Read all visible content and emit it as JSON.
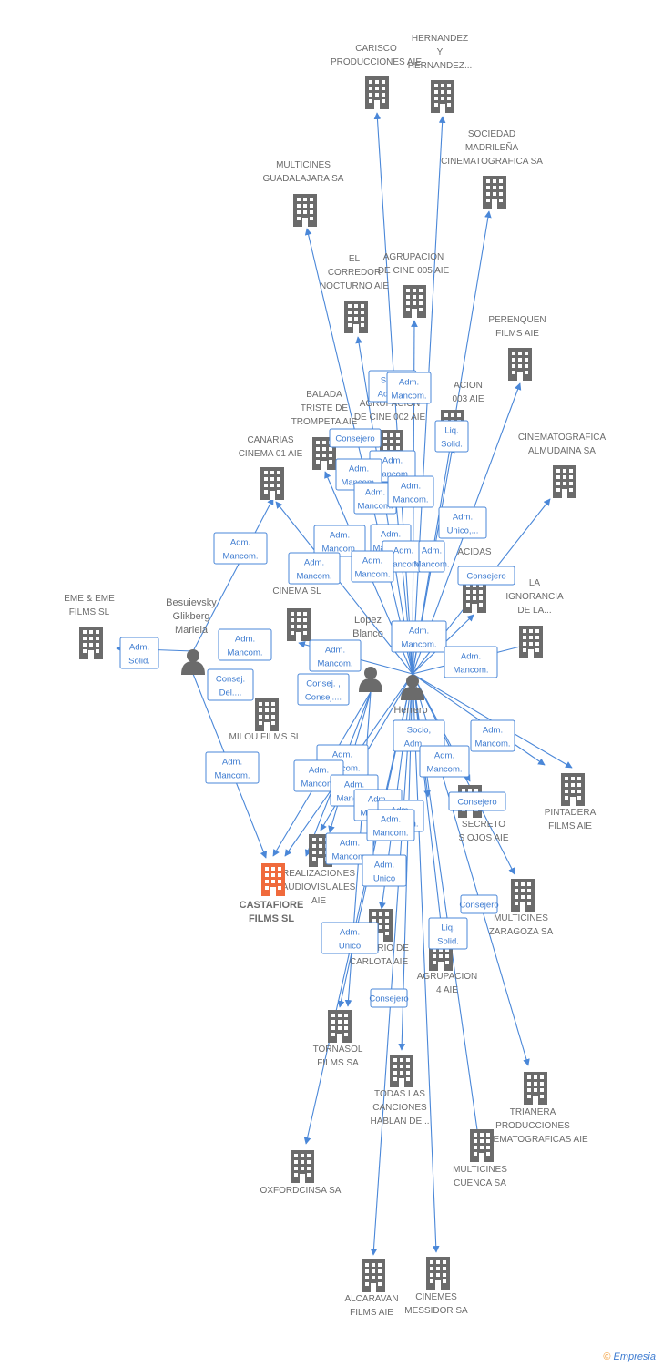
{
  "colors": {
    "edge": "#4a87d8",
    "company": "#6b6b6b",
    "focus": "#f06a3c",
    "person": "#6b6b6b",
    "label": "#6b6b6b"
  },
  "companies": [
    {
      "id": "carisco",
      "lines": [
        "CARISCO",
        "PRODUCCIONES AIE"
      ]
    },
    {
      "id": "hernandez",
      "lines": [
        "HERNANDEZ",
        "Y",
        "HERNANDEZ..."
      ]
    },
    {
      "id": "sociedad",
      "lines": [
        "SOCIEDAD",
        "MADRILEÑA",
        "CINEMATOGRAFICA SA"
      ]
    },
    {
      "id": "multicines_guad",
      "lines": [
        "MULTICINES",
        "GUADALAJARA SA"
      ]
    },
    {
      "id": "corredor",
      "lines": [
        "EL",
        "CORREDOR",
        "NOCTURNO AIE"
      ]
    },
    {
      "id": "agrup005",
      "lines": [
        "AGRUPACION",
        "DE CINE 005 AIE"
      ]
    },
    {
      "id": "perenquen",
      "lines": [
        "PERENQUEN",
        "FILMS AIE"
      ]
    },
    {
      "id": "agrup003",
      "lines": [
        "ACION",
        "003 AIE"
      ]
    },
    {
      "id": "balada",
      "lines": [
        "BALADA",
        "TRISTE DE",
        "TROMPETA AIE"
      ]
    },
    {
      "id": "agrup002",
      "lines": [
        "AGRUPACION",
        "DE CINE 002 AIE"
      ]
    },
    {
      "id": "canarias",
      "lines": [
        "CANARIAS",
        "CINEMA 01 AIE"
      ]
    },
    {
      "id": "almudaina",
      "lines": [
        "CINEMATOGRAFICA",
        "ALMUDAINA SA"
      ]
    },
    {
      "id": "acidas",
      "lines": [
        "ACIDAS"
      ]
    },
    {
      "id": "ignorancia",
      "lines": [
        "LA",
        "IGNORANCIA",
        "DE LA..."
      ]
    },
    {
      "id": "silencio",
      "lines": [
        "SIL",
        "CINEMA  SL"
      ]
    },
    {
      "id": "eme",
      "lines": [
        "EME & EME",
        "FILMS  SL"
      ]
    },
    {
      "id": "milou",
      "lines": [
        "MILOU FILMS SL"
      ]
    },
    {
      "id": "pintadera",
      "lines": [
        "PINTADERA",
        "FILMS AIE"
      ]
    },
    {
      "id": "secreto",
      "lines": [
        "SECRETO",
        "S OJOS AIE"
      ]
    },
    {
      "id": "realizaciones",
      "lines": [
        "REALIZACIONES",
        "AUDIOVISUALES",
        "AIE"
      ]
    },
    {
      "id": "castafiore",
      "lines": [
        "CASTAFIORE",
        "FILMS SL"
      ]
    },
    {
      "id": "zaragoza",
      "lines": [
        "MULTICINES",
        "ZARAGOZA SA"
      ]
    },
    {
      "id": "diario",
      "lines": [
        "EL DIARIO DE",
        "CARLOTA AIE"
      ]
    },
    {
      "id": "agrup004",
      "lines": [
        "AGRUPACION",
        "4 AIE"
      ]
    },
    {
      "id": "tornasol",
      "lines": [
        "TORNASOL",
        "FILMS SA"
      ]
    },
    {
      "id": "todas",
      "lines": [
        "TODAS LAS",
        "CANCIONES",
        "HABLAN DE..."
      ]
    },
    {
      "id": "trianera",
      "lines": [
        "TRIANERA",
        "PRODUCCIONES",
        "CINEMATOGRAFICAS AIE"
      ]
    },
    {
      "id": "oxford",
      "lines": [
        "OXFORDCINSA SA"
      ]
    },
    {
      "id": "cuenca",
      "lines": [
        "MULTICINES",
        "CUENCA SA"
      ]
    },
    {
      "id": "alcaravan",
      "lines": [
        "ALCARAVAN",
        "FILMS AIE"
      ]
    },
    {
      "id": "messidor",
      "lines": [
        "CINEMES",
        "MESSIDOR SA"
      ]
    }
  ],
  "persons": [
    {
      "id": "besuievsky",
      "lines": [
        "Besuievsky",
        "Glikberg",
        "Mariela"
      ]
    },
    {
      "id": "lopez",
      "lines": [
        "Lopez",
        "Blanco"
      ]
    },
    {
      "id": "herrero",
      "lines": [
        "Herrero",
        "Pe"
      ]
    },
    {
      "id": "main",
      "lines": []
    }
  ],
  "roles": [
    {
      "id": "r1",
      "lines": [
        "Socio,",
        "Adm. ..."
      ]
    },
    {
      "id": "r2",
      "lines": [
        "Adm.",
        "Mancom."
      ]
    },
    {
      "id": "r3",
      "lines": [
        "Consejero"
      ]
    },
    {
      "id": "r4",
      "lines": [
        "Liq.",
        "Solid."
      ]
    },
    {
      "id": "r5",
      "lines": [
        "Adm.",
        "Mancom."
      ]
    },
    {
      "id": "r6",
      "lines": [
        "Adm.",
        "Mancom."
      ]
    },
    {
      "id": "r7",
      "lines": [
        "Adm.",
        "Mancom."
      ]
    },
    {
      "id": "r8",
      "lines": [
        "Adm.",
        "Mancom."
      ]
    },
    {
      "id": "r9",
      "lines": [
        "Adm.",
        "Unico,..."
      ]
    },
    {
      "id": "r10",
      "lines": [
        "Adm.",
        "Mancom."
      ]
    },
    {
      "id": "r11",
      "lines": [
        "Adm.",
        "Mancom."
      ]
    },
    {
      "id": "r12",
      "lines": [
        "Adm.",
        "Mancom."
      ]
    },
    {
      "id": "r13",
      "lines": [
        "Adm.",
        "Mancom."
      ]
    },
    {
      "id": "r14",
      "lines": [
        "Adm.",
        "Mancom."
      ]
    },
    {
      "id": "r15",
      "lines": [
        "Adm.",
        "Mancom."
      ]
    },
    {
      "id": "r16",
      "lines": [
        "Adm.",
        "Mancom."
      ]
    },
    {
      "id": "r17",
      "lines": [
        "Consejero"
      ]
    },
    {
      "id": "r18",
      "lines": [
        "Adm.",
        "Solid."
      ]
    },
    {
      "id": "r19",
      "lines": [
        "Adm.",
        "Mancom."
      ]
    },
    {
      "id": "r20",
      "lines": [
        "Adm.",
        "Mancom."
      ]
    },
    {
      "id": "r21",
      "lines": [
        "Adm.",
        "Mancom."
      ]
    },
    {
      "id": "r22",
      "lines": [
        "Adm.",
        "Mancom."
      ]
    },
    {
      "id": "r23",
      "lines": [
        "Consej.",
        "Del...."
      ]
    },
    {
      "id": "r24",
      "lines": [
        "Consej. ,",
        "Consej...."
      ]
    },
    {
      "id": "r25",
      "lines": [
        "Adm.",
        "Mancom."
      ]
    },
    {
      "id": "r26",
      "lines": [
        "Socio,",
        "Adm. ..."
      ]
    },
    {
      "id": "r27",
      "lines": [
        "Adm.",
        "Mancom."
      ]
    },
    {
      "id": "r28",
      "lines": [
        "Adm.",
        "Mancom."
      ]
    },
    {
      "id": "r29",
      "lines": [
        "Adm.",
        "Mancom."
      ]
    },
    {
      "id": "r30",
      "lines": [
        "Adm.",
        "Mancom."
      ]
    },
    {
      "id": "r31",
      "lines": [
        "Adm.",
        "Mancom."
      ]
    },
    {
      "id": "r32",
      "lines": [
        "Consejero"
      ]
    },
    {
      "id": "r33",
      "lines": [
        "Adm.",
        "Mancom."
      ]
    },
    {
      "id": "r34",
      "lines": [
        "Adm.",
        "Mancom."
      ]
    },
    {
      "id": "r35",
      "lines": [
        "Adm.",
        "Mancom."
      ]
    },
    {
      "id": "r36",
      "lines": [
        "Adm.",
        "Mancom."
      ]
    },
    {
      "id": "r37",
      "lines": [
        "Adm.",
        "Unico"
      ]
    },
    {
      "id": "r38",
      "lines": [
        "Liq.",
        "Solid."
      ]
    },
    {
      "id": "r39",
      "lines": [
        "Consejero"
      ]
    },
    {
      "id": "r40",
      "lines": [
        "Adm.",
        "Unico"
      ]
    },
    {
      "id": "r41",
      "lines": [
        "Consejero"
      ]
    }
  ],
  "footer": {
    "copyright": "©",
    "brand_initial": "E",
    "brand_rest": "mpresia"
  }
}
